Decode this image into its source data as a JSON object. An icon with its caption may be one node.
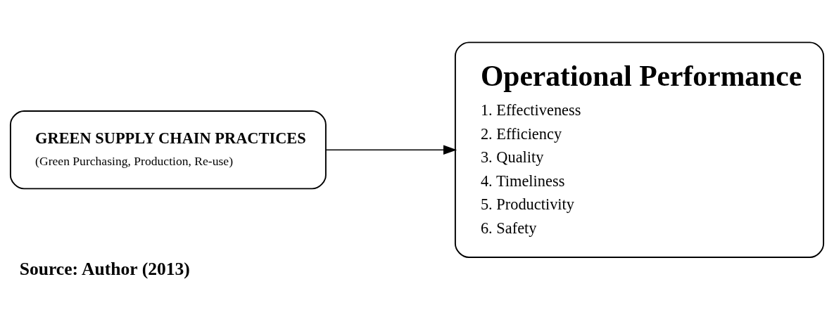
{
  "diagram": {
    "caption": "Source: Author (2013)",
    "nodes": [
      {
        "text": [
          "GREEN SUPPLY CHAIN PRACTICES",
          "(Green Purchasing, Production, Re-use)"
        ]
      },
      {
        "text": [
          "Operational Performance",
          "1. Effectiveness",
          "2. Efficiency",
          "3. Quality",
          "4. Timeliness",
          "5. Productivity",
          "6. Safety"
        ]
      }
    ],
    "edges": [
      {
        "from": 0,
        "to": 1,
        "arrow": "to"
      }
    ]
  }
}
